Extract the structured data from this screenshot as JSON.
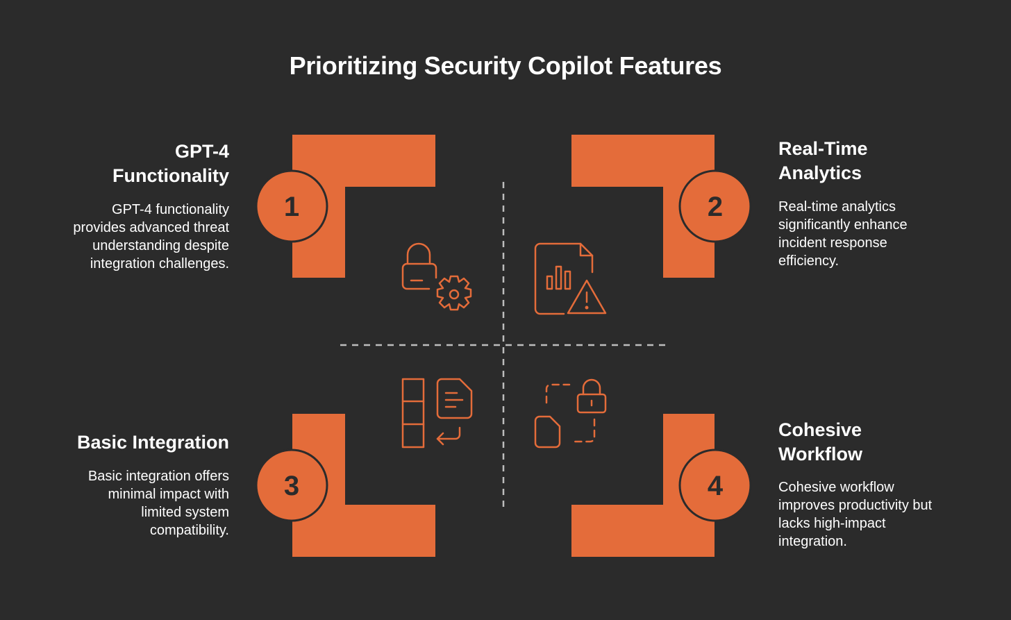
{
  "title": "Prioritizing Security Copilot Features",
  "colors": {
    "background": "#2b2b2b",
    "accent": "#e46c3a",
    "text": "#ffffff",
    "divider": "#bdbdbd"
  },
  "quadrants": [
    {
      "number": "1",
      "heading": "GPT-4 Functionality",
      "description": "GPT-4 functionality provides advanced threat understanding despite integration challenges.",
      "icon": "lock-gear-icon"
    },
    {
      "number": "2",
      "heading": "Real-Time Analytics",
      "description": "Real-time analytics significantly enhance incident response efficiency.",
      "icon": "chart-document-warning-icon"
    },
    {
      "number": "3",
      "heading": "Basic Integration",
      "description": "Basic integration offers minimal impact with limited system compatibility.",
      "icon": "stack-document-return-icon"
    },
    {
      "number": "4",
      "heading": "Cohesive Workflow",
      "description": "Cohesive workflow improves productivity but lacks high-impact integration.",
      "icon": "document-lock-transfer-icon"
    }
  ]
}
